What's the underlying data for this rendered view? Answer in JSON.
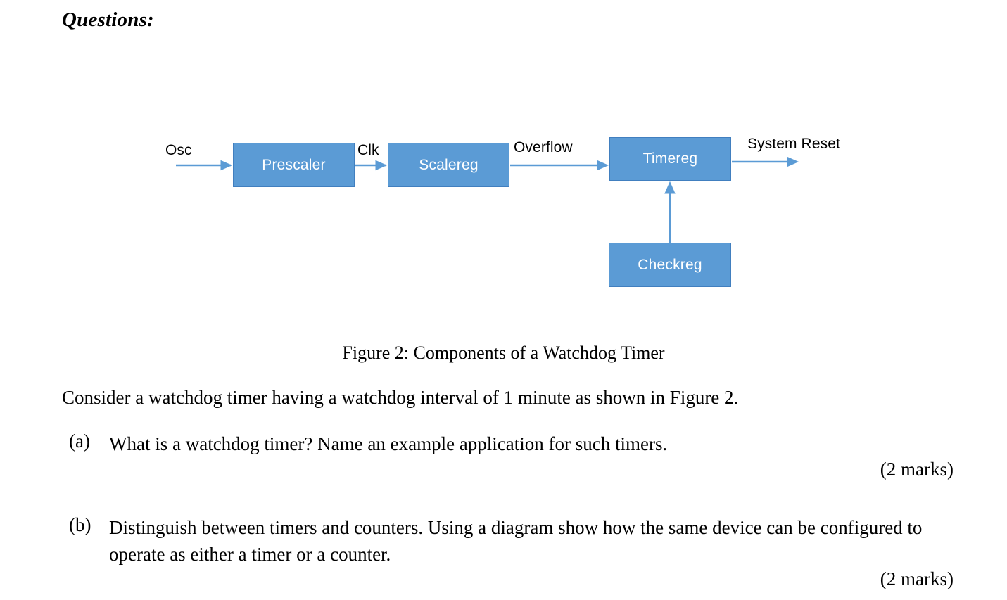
{
  "page": {
    "heading": "Questions:"
  },
  "figure": {
    "caption": "Figure 2: Components of a Watchdog Timer",
    "boxes": [
      {
        "id": "prescaler",
        "label": "Prescaler"
      },
      {
        "id": "scalereg",
        "label": "Scalereg"
      },
      {
        "id": "timereg",
        "label": "Timereg"
      },
      {
        "id": "checkreg",
        "label": "Checkreg"
      }
    ],
    "signal_labels": [
      {
        "id": "osc",
        "label": "Osc"
      },
      {
        "id": "clk",
        "label": "Clk"
      },
      {
        "id": "overflow",
        "label": "Overflow"
      },
      {
        "id": "system-reset",
        "label": "System Reset"
      }
    ],
    "colors": {
      "box_fill": "#5B9BD5",
      "box_border": "#417FBF",
      "arrow": "#5B9BD5",
      "box_text": "#FFFFFF",
      "label_text": "#000000"
    }
  },
  "body": {
    "intro": "Consider a watchdog timer having a watchdog interval of 1 minute as shown in Figure 2.",
    "items": [
      {
        "marker": "(a)",
        "text": "What is a watchdog timer? Name an example application for such timers.",
        "marks": "(2 marks)"
      },
      {
        "marker": "(b)",
        "text": "Distinguish between timers and counters. Using a diagram show how the same device can be configured to operate as either a timer or a counter.",
        "marks": "(2 marks)"
      }
    ]
  }
}
